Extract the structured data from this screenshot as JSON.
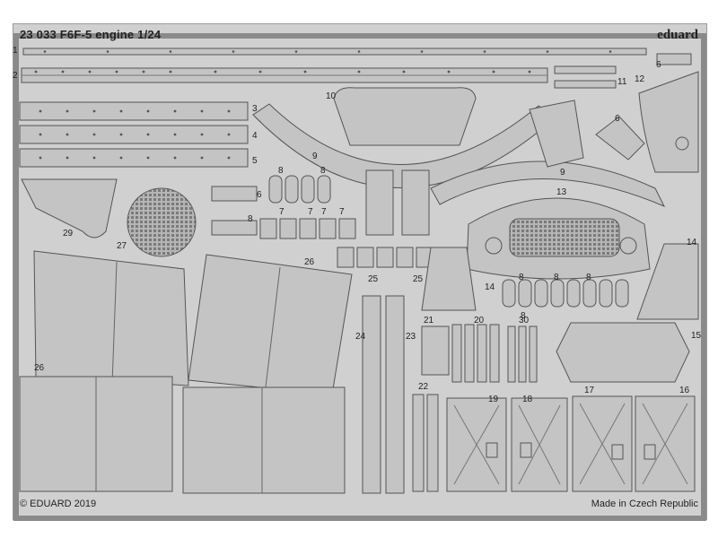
{
  "sheet": {
    "title": "23 033   F6F-5   engine    1/24",
    "brand": "eduard",
    "copyright": "© EDUARD 2019",
    "origin": "Made in Czech Republic"
  },
  "part_labels": {
    "p1": "1",
    "p2": "2",
    "p3": "3",
    "p4": "4",
    "p5": "5",
    "p6a": "6",
    "p6b": "6",
    "p6c": "6",
    "p7a": "7",
    "p7b": "7",
    "p7c": "7",
    "p7d": "7",
    "p8a": "8",
    "p8b": "8",
    "p8c": "8",
    "p8d": "8",
    "p8e": "8",
    "p8f": "8",
    "p8g": "8",
    "p9a": "9",
    "p9b": "9",
    "p10": "10",
    "p11": "11",
    "p12": "12",
    "p13": "13",
    "p14a": "14",
    "p14b": "14",
    "p15": "15",
    "p16": "16",
    "p17": "17",
    "p18": "18",
    "p19": "19",
    "p20": "20",
    "p21": "21",
    "p22": "22",
    "p23": "23",
    "p24": "24",
    "p25a": "25",
    "p25b": "25",
    "p26a": "26",
    "p26b": "26",
    "p27": "27",
    "p29": "29",
    "p30": "30"
  },
  "colors": {
    "sheet": "#d0d0d0",
    "part_fill": "#c4c4c4",
    "frame": "#8a8a8a",
    "outline": "#555555",
    "text": "#222222"
  }
}
